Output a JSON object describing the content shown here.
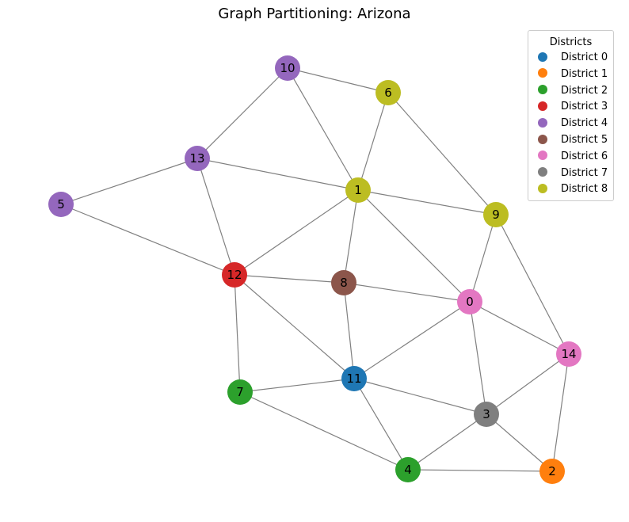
{
  "title": "Graph Partitioning: Arizona",
  "legend": {
    "title": "Districts",
    "items": [
      {
        "label": "District 0",
        "color": "#1f77b4"
      },
      {
        "label": "District 1",
        "color": "#ff7f0e"
      },
      {
        "label": "District 2",
        "color": "#2ca02c"
      },
      {
        "label": "District 3",
        "color": "#d62728"
      },
      {
        "label": "District 4",
        "color": "#9467bd"
      },
      {
        "label": "District 5",
        "color": "#8c564b"
      },
      {
        "label": "District 6",
        "color": "#e377c2"
      },
      {
        "label": "District 7",
        "color": "#7f7f7f"
      },
      {
        "label": "District 8",
        "color": "#bcbd22"
      }
    ]
  },
  "graph": {
    "nodes": [
      {
        "id": "0",
        "district": 6
      },
      {
        "id": "1",
        "district": 8
      },
      {
        "id": "2",
        "district": 1
      },
      {
        "id": "3",
        "district": 7
      },
      {
        "id": "4",
        "district": 2
      },
      {
        "id": "5",
        "district": 4
      },
      {
        "id": "6",
        "district": 8
      },
      {
        "id": "7",
        "district": 2
      },
      {
        "id": "8",
        "district": 5
      },
      {
        "id": "9",
        "district": 8
      },
      {
        "id": "10",
        "district": 4
      },
      {
        "id": "11",
        "district": 0
      },
      {
        "id": "12",
        "district": 3
      },
      {
        "id": "13",
        "district": 4
      },
      {
        "id": "14",
        "district": 6
      }
    ],
    "edges": [
      [
        "10",
        "6"
      ],
      [
        "10",
        "13"
      ],
      [
        "10",
        "1"
      ],
      [
        "6",
        "1"
      ],
      [
        "6",
        "9"
      ],
      [
        "13",
        "1"
      ],
      [
        "13",
        "5"
      ],
      [
        "13",
        "12"
      ],
      [
        "5",
        "12"
      ],
      [
        "1",
        "9"
      ],
      [
        "1",
        "12"
      ],
      [
        "1",
        "8"
      ],
      [
        "1",
        "0"
      ],
      [
        "9",
        "0"
      ],
      [
        "9",
        "14"
      ],
      [
        "12",
        "8"
      ],
      [
        "12",
        "11"
      ],
      [
        "12",
        "7"
      ],
      [
        "8",
        "0"
      ],
      [
        "8",
        "11"
      ],
      [
        "0",
        "11"
      ],
      [
        "0",
        "14"
      ],
      [
        "0",
        "3"
      ],
      [
        "14",
        "3"
      ],
      [
        "14",
        "2"
      ],
      [
        "11",
        "7"
      ],
      [
        "11",
        "3"
      ],
      [
        "11",
        "4"
      ],
      [
        "7",
        "4"
      ],
      [
        "3",
        "4"
      ],
      [
        "3",
        "2"
      ],
      [
        "4",
        "2"
      ]
    ]
  }
}
